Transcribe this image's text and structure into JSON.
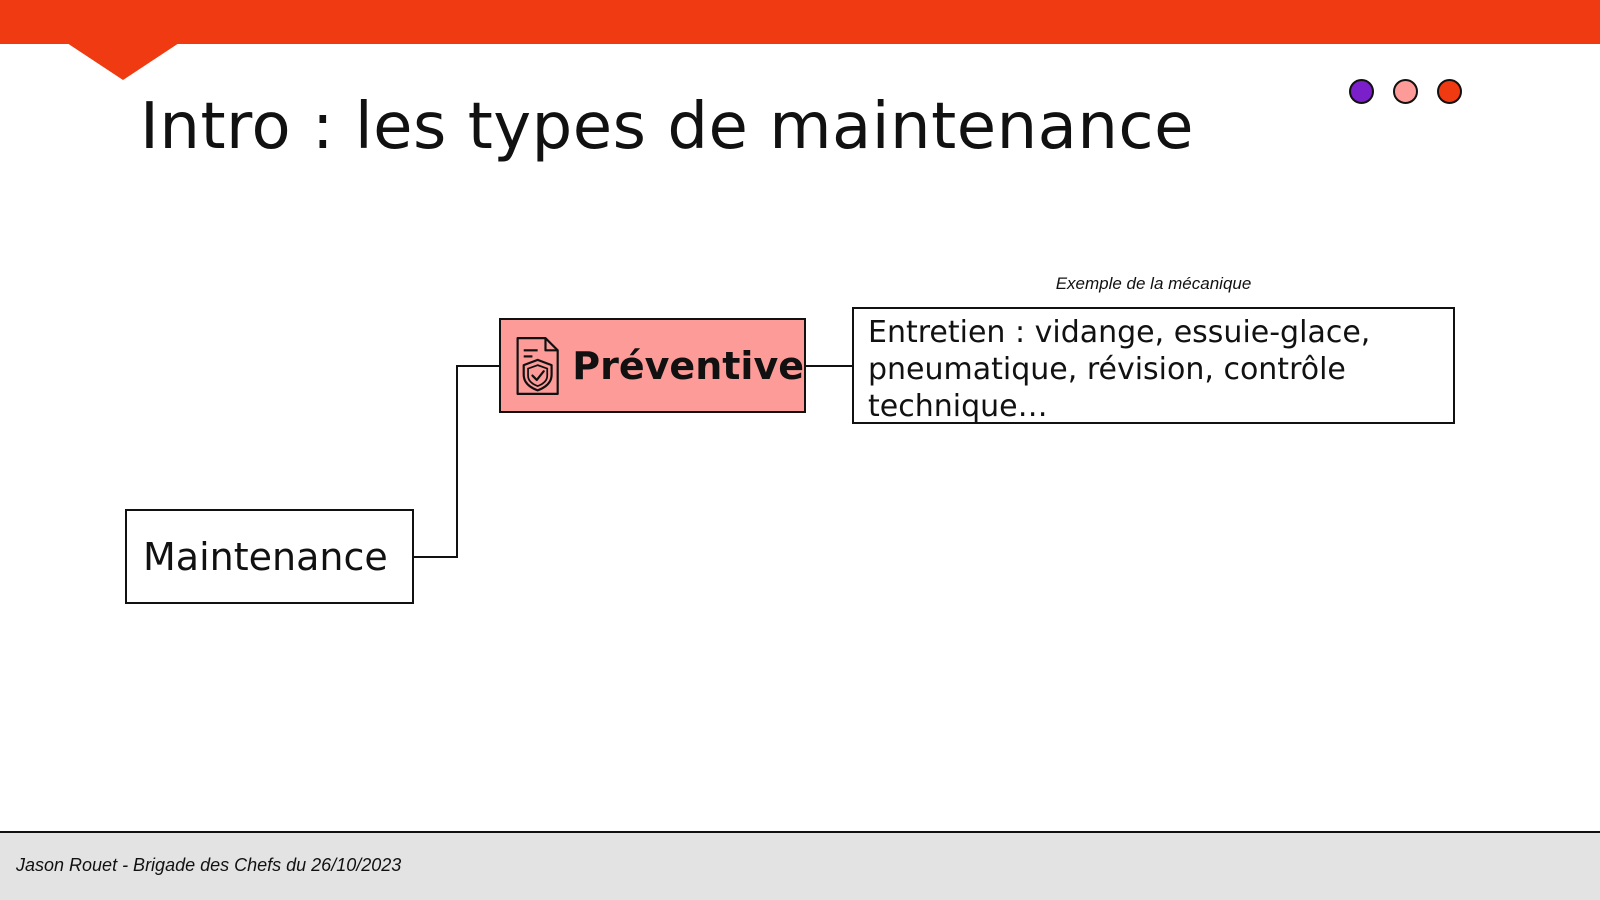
{
  "slide": {
    "title": "Intro : les types de maintenance",
    "accent_colors": {
      "bar": "#ef3a12",
      "dot_1": "#7a1fc9",
      "dot_2": "#fd9b98",
      "dot_3": "#ef3a12",
      "highlight": "#fd9b98"
    }
  },
  "diagram": {
    "root": "Maintenance",
    "branch": {
      "label": "Préventive",
      "icon": "shield-document-icon"
    },
    "example_caption": "Exemple de la mécanique",
    "example_text": "Entretien : vidange, essuie-glace, pneumatique, révision, contrôle technique…"
  },
  "footer": {
    "text": "Jason Rouet - Brigade des Chefs du 26/10/2023"
  }
}
